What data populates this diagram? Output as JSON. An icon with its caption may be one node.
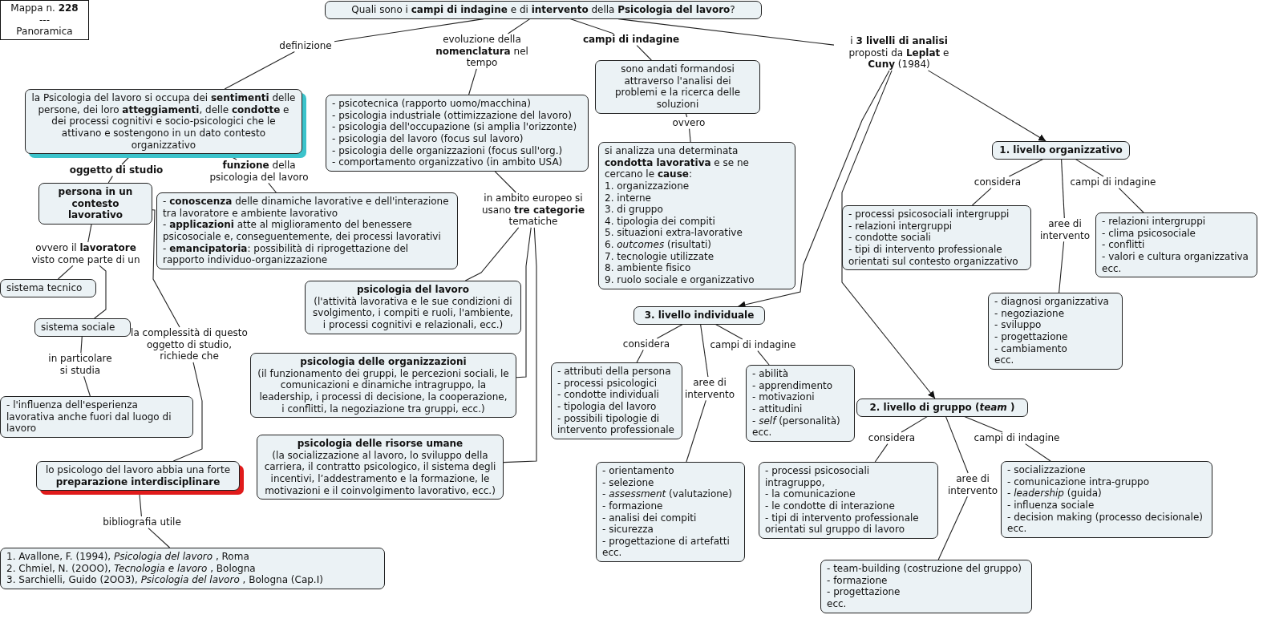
{
  "diagram": {
    "nodes": [
      {
        "text": [
          "Mappa n. **228**",
          "---",
          "Panoramica"
        ]
      },
      {
        "text": [
          "Quali sono i **campi di indagine** e di **intervento** della **Psicologia del lavoro**?"
        ]
      },
      {
        "text": [
          "definizione"
        ]
      },
      {
        "text": [
          "evoluzione della **nomenclatura** nel tempo"
        ]
      },
      {
        "text": [
          "campi di indagine"
        ]
      },
      {
        "text": [
          "i **3 livelli di analisi** proposti da **Leplat** e **Cuny** (1984)"
        ]
      },
      {
        "text": [
          "sono andati formandosi attraverso l'analisi dei problemi e la ricerca delle soluzioni"
        ]
      },
      {
        "text": [
          "la Psicologia del lavoro si occupa dei **sentimenti** delle persone, dei loro **atteggiamenti**, delle **condotte** e dei processi cognitivi e socio-psicologici che le attivano e sostengono in un dato contesto organizzativo"
        ]
      },
      {
        "text": [
          "- psicotecnica (rapporto uomo/macchina) - psicologia industriale (ottimizzazione del lavoro) - psicologia dell'occupazione (si amplia l'orizzonte) - psicologia del lavoro (focus sul lavoro) - psicologia delle organizzazioni (focus sull'org.) - comportamento organizzativo (in ambito USA)"
        ]
      },
      {
        "text": [
          "ovvero"
        ]
      },
      {
        "text": [
          "1. livello organizzativo"
        ]
      },
      {
        "text": [
          "oggetto di studio"
        ]
      },
      {
        "text": [
          "**funzione** della psicologia del lavoro"
        ]
      },
      {
        "text": [
          "si analizza una determinata **condotta lavorativa** e se ne cercano le **cause**: 1. organizzazione 2. interne 3. di gruppo 4. tipologia dei compiti 5. situazioni extra-lavorative 6. *outcomes* (risultati) 7. tecnologie utilizzate 8. ambiente fisico 9. ruolo sociale e organizzativo"
        ]
      },
      {
        "text": [
          "considera"
        ]
      },
      {
        "text": [
          "campi di indagine"
        ]
      },
      {
        "text": [
          "persona in un contesto lavorativo"
        ]
      },
      {
        "text": [
          "- **conoscenza** delle dinamiche lavorative e dell'interazione tra lavoratore e ambiente lavorativo - **applicazioni** atte al miglioramento del benessere psicosociale e, conseguentemente, dei processi lavorativi - **emancipatoria**: possibilità di riprogettazione del rapporto individuo-organizzazione"
        ]
      },
      {
        "text": [
          "in ambito europeo si usano **tre categorie** tematiche"
        ]
      },
      {
        "text": [
          "- processi psicosociali intergruppi - relazioni intergruppi - condotte sociali - tipi di intervento professionale orientati sul contesto organizzativo"
        ]
      },
      {
        "text": [
          "aree di intervento"
        ]
      },
      {
        "text": [
          "- relazioni intergruppi - clima psicosociale - conflitti - valori e cultura organizzativa ecc."
        ]
      },
      {
        "text": [
          "ovvero il **lavoratore** visto come parte di un"
        ]
      },
      {
        "text": [
          "sistema tecnico"
        ]
      },
      {
        "text": [
          "psicologia del lavoro",
          "(l'attività lavorativa e le sue condizioni di svolgimento, i compiti e ruoli, l'ambiente, i processi cognitivi e relazionali, ecc.)"
        ]
      },
      {
        "text": [
          "3. livello individuale"
        ]
      },
      {
        "text": [
          "- diagnosi organizzativa - negoziazione - sviluppo - progettazione - cambiamento ecc."
        ]
      },
      {
        "text": [
          "sistema sociale"
        ]
      },
      {
        "text": [
          "la complessità di questo oggetto di studio, richiede che"
        ]
      },
      {
        "text": [
          "in particolare si studia"
        ]
      },
      {
        "text": [
          "psicologia delle organizzazioni",
          "(il funzionamento dei gruppi, le percezioni sociali, le comunicazioni e dinamiche intragruppo, la leadership, i processi di decisione, la cooperazione, i conflitti, la negoziazione tra gruppi, ecc.)"
        ]
      },
      {
        "text": [
          "considera"
        ]
      },
      {
        "text": [
          "campi di indagine"
        ]
      },
      {
        "text": [
          "aree di intervento"
        ]
      },
      {
        "text": [
          "- attributi della persona - processi psicologici - condotte individuali - tipologia del lavoro - possibili tipologie di intervento professionale"
        ]
      },
      {
        "text": [
          "- abilità - apprendimento - motivazioni - attitudini - *self* (personalità) ecc."
        ]
      },
      {
        "text": [
          "- l'influenza dell'esperienza lavorativa anche fuori dal luogo di lavoro"
        ]
      },
      {
        "text": [
          "2. livello di gruppo (*team* )"
        ]
      },
      {
        "text": [
          "considera"
        ]
      },
      {
        "text": [
          "campi di indagine"
        ]
      },
      {
        "text": [
          "psicologia delle risorse umane",
          "(la socializzazione al lavoro, lo sviluppo della carriera, il contratto psicologico, il sistema degli incentivi, l’addestramento e la formazione, le motivazioni e il coinvolgimento lavorativo, ecc.)"
        ]
      },
      {
        "text": [
          "lo psicologo del lavoro abbia una forte **preparazione interdisciplinare**"
        ]
      },
      {
        "text": [
          "aree di intervento"
        ]
      },
      {
        "text": [
          "- orientamento - selezione - *assessment* (valutazione) - formazione - analisi dei compiti - sicurezza - progettazione di artefatti ecc."
        ]
      },
      {
        "text": [
          "- processi psicosociali intragruppo, - la comunicazione - le condotte di interazione - tipi di intervento professionale orientati sul gruppo di lavoro"
        ]
      },
      {
        "text": [
          "- socializzazione - comunicazione intra-gruppo - *leadership* (guida) - influenza sociale - decision making (processo decisionale) ecc."
        ]
      },
      {
        "text": [
          "bibliografia utile"
        ]
      },
      {
        "text": [
          "1. Avallone, F. (1994), *Psicologia del lavoro* , Roma 2. Chmiel, N. (2OOO), *Tecnologia e lavoro* , Bologna 3. Sarchielli, Guido (2OO3), *Psicologia del lavoro* , Bologna (Cap.I)"
        ]
      },
      {
        "text": [
          "- team-building (costruzione del gruppo) - formazione - progettazione ecc."
        ]
      }
    ],
    "edges": [
      {
        "from": 1,
        "to": 2,
        "arrow": "none"
      },
      {
        "from": 2,
        "to": 7,
        "arrow": "none"
      },
      {
        "from": 1,
        "to": 3,
        "arrow": "none"
      },
      {
        "from": 3,
        "to": 8,
        "arrow": "none"
      },
      {
        "from": 1,
        "to": 4,
        "arrow": "none"
      },
      {
        "from": 4,
        "to": 6,
        "arrow": "none"
      },
      {
        "from": 6,
        "to": 9,
        "arrow": "none"
      },
      {
        "from": 9,
        "to": 13,
        "arrow": "none"
      },
      {
        "from": 1,
        "to": 5,
        "arrow": "none"
      },
      {
        "from": 5,
        "to": 10,
        "arrow": "to"
      },
      {
        "from": 5,
        "to": 37,
        "arrow": "to"
      },
      {
        "from": 5,
        "to": 25,
        "arrow": "to"
      },
      {
        "from": 7,
        "to": 11,
        "arrow": "none"
      },
      {
        "from": 11,
        "to": 16,
        "arrow": "none"
      },
      {
        "from": 7,
        "to": 12,
        "arrow": "none"
      },
      {
        "from": 12,
        "to": 17,
        "arrow": "none"
      },
      {
        "from": 8,
        "to": 18,
        "arrow": "none"
      },
      {
        "from": 18,
        "to": 24,
        "arrow": "none"
      },
      {
        "from": 18,
        "to": 30,
        "arrow": "none"
      },
      {
        "from": 18,
        "to": 40,
        "arrow": "none"
      },
      {
        "from": 16,
        "to": 22,
        "arrow": "none"
      },
      {
        "from": 22,
        "to": 23,
        "arrow": "none"
      },
      {
        "from": 22,
        "to": 27,
        "arrow": "none"
      },
      {
        "from": 16,
        "to": 28,
        "arrow": "none"
      },
      {
        "from": 27,
        "to": 29,
        "arrow": "none"
      },
      {
        "from": 29,
        "to": 36,
        "arrow": "none"
      },
      {
        "from": 28,
        "to": 41,
        "arrow": "none"
      },
      {
        "from": 41,
        "to": 46,
        "arrow": "none"
      },
      {
        "from": 46,
        "to": 47,
        "arrow": "none"
      },
      {
        "from": 10,
        "to": 14,
        "arrow": "none"
      },
      {
        "from": 14,
        "to": 19,
        "arrow": "none"
      },
      {
        "from": 10,
        "to": 20,
        "arrow": "none"
      },
      {
        "from": 20,
        "to": 26,
        "arrow": "none"
      },
      {
        "from": 10,
        "to": 15,
        "arrow": "none"
      },
      {
        "from": 15,
        "to": 21,
        "arrow": "none"
      },
      {
        "from": 25,
        "to": 31,
        "arrow": "none"
      },
      {
        "from": 31,
        "to": 34,
        "arrow": "none"
      },
      {
        "from": 25,
        "to": 33,
        "arrow": "none"
      },
      {
        "from": 33,
        "to": 43,
        "arrow": "none"
      },
      {
        "from": 25,
        "to": 32,
        "arrow": "none"
      },
      {
        "from": 32,
        "to": 35,
        "arrow": "none"
      },
      {
        "from": 37,
        "to": 38,
        "arrow": "none"
      },
      {
        "from": 38,
        "to": 44,
        "arrow": "none"
      },
      {
        "from": 37,
        "to": 42,
        "arrow": "none"
      },
      {
        "from": 42,
        "to": 48,
        "arrow": "none"
      },
      {
        "from": 37,
        "to": 39,
        "arrow": "none"
      },
      {
        "from": 39,
        "to": 45,
        "arrow": "none"
      }
    ]
  }
}
